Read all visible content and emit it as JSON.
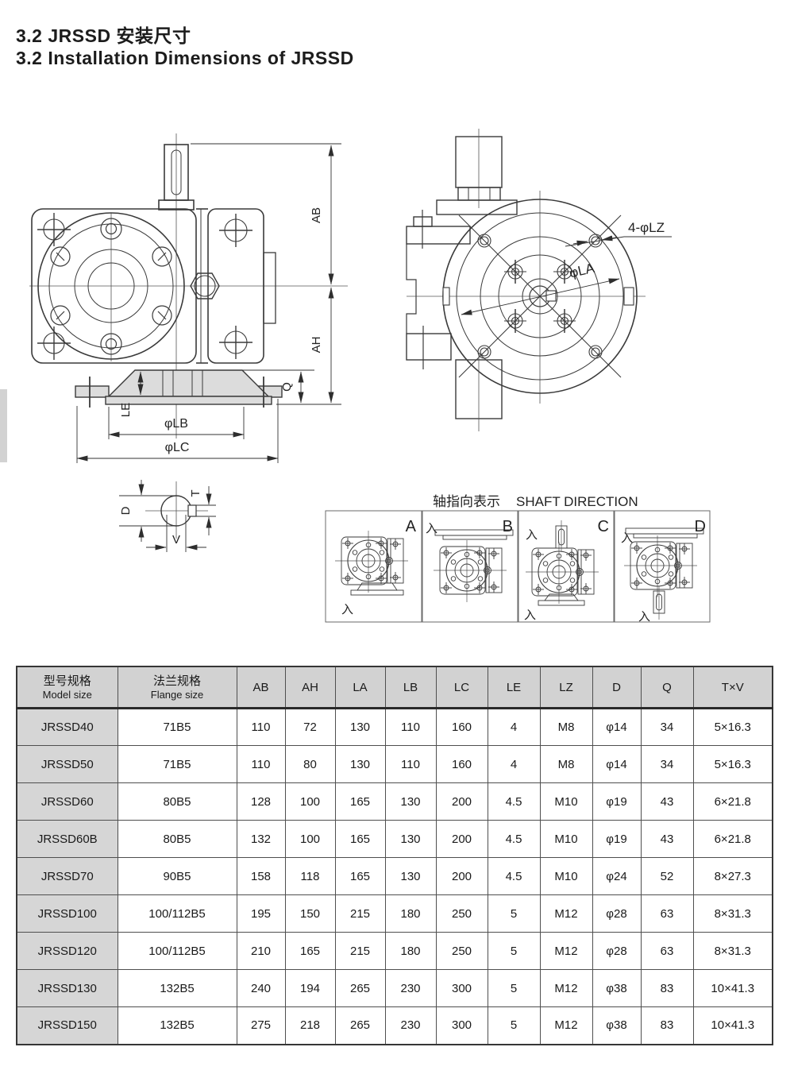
{
  "page": {
    "title_zh": "3.2 JRSSD 安装尺寸",
    "title_en": "3.2 Installation Dimensions of JRSSD"
  },
  "colors": {
    "line": "#3a3a3a",
    "base_fill": "#dcdcdc",
    "table_header_bg": "#d2d2d2",
    "first_col_bg": "#d6d6d6"
  },
  "side_view": {
    "labels": {
      "ab": "AB",
      "ah": "AH",
      "q": "Q",
      "le": "LE",
      "lb": "φLB",
      "lc": "φLC"
    }
  },
  "shaft_section": {
    "labels": {
      "d": "D",
      "t": "T",
      "v": "V"
    }
  },
  "front_view": {
    "labels": {
      "lz": "4-φLZ",
      "la": "φLA"
    }
  },
  "shaft_direction": {
    "title_zh": "轴指向表示",
    "title_en": "SHAFT DIRECTION",
    "variants": [
      {
        "letter": "A",
        "mark": "入"
      },
      {
        "letter": "B",
        "mark": "入"
      },
      {
        "letter": "C",
        "mark": "入"
      },
      {
        "letter": "D",
        "mark": "入"
      }
    ]
  },
  "table": {
    "headers": {
      "model_zh": "型号规格",
      "model_en": "Model size",
      "flange_zh": "法兰规格",
      "flange_en": "Flange size",
      "cols": [
        "AB",
        "AH",
        "LA",
        "LB",
        "LC",
        "LE",
        "LZ",
        "D",
        "Q",
        "T×V"
      ]
    },
    "rows": [
      [
        "JRSSD40",
        "71B5",
        "110",
        "72",
        "130",
        "110",
        "160",
        "4",
        "M8",
        "φ14",
        "34",
        "5×16.3"
      ],
      [
        "JRSSD50",
        "71B5",
        "110",
        "80",
        "130",
        "110",
        "160",
        "4",
        "M8",
        "φ14",
        "34",
        "5×16.3"
      ],
      [
        "JRSSD60",
        "80B5",
        "128",
        "100",
        "165",
        "130",
        "200",
        "4.5",
        "M10",
        "φ19",
        "43",
        "6×21.8"
      ],
      [
        "JRSSD60B",
        "80B5",
        "132",
        "100",
        "165",
        "130",
        "200",
        "4.5",
        "M10",
        "φ19",
        "43",
        "6×21.8"
      ],
      [
        "JRSSD70",
        "90B5",
        "158",
        "118",
        "165",
        "130",
        "200",
        "4.5",
        "M10",
        "φ24",
        "52",
        "8×27.3"
      ],
      [
        "JRSSD100",
        "100/112B5",
        "195",
        "150",
        "215",
        "180",
        "250",
        "5",
        "M12",
        "φ28",
        "63",
        "8×31.3"
      ],
      [
        "JRSSD120",
        "100/112B5",
        "210",
        "165",
        "215",
        "180",
        "250",
        "5",
        "M12",
        "φ28",
        "63",
        "8×31.3"
      ],
      [
        "JRSSD130",
        "132B5",
        "240",
        "194",
        "265",
        "230",
        "300",
        "5",
        "M12",
        "φ38",
        "83",
        "10×41.3"
      ],
      [
        "JRSSD150",
        "132B5",
        "275",
        "218",
        "265",
        "230",
        "300",
        "5",
        "M12",
        "φ38",
        "83",
        "10×41.3"
      ]
    ]
  }
}
